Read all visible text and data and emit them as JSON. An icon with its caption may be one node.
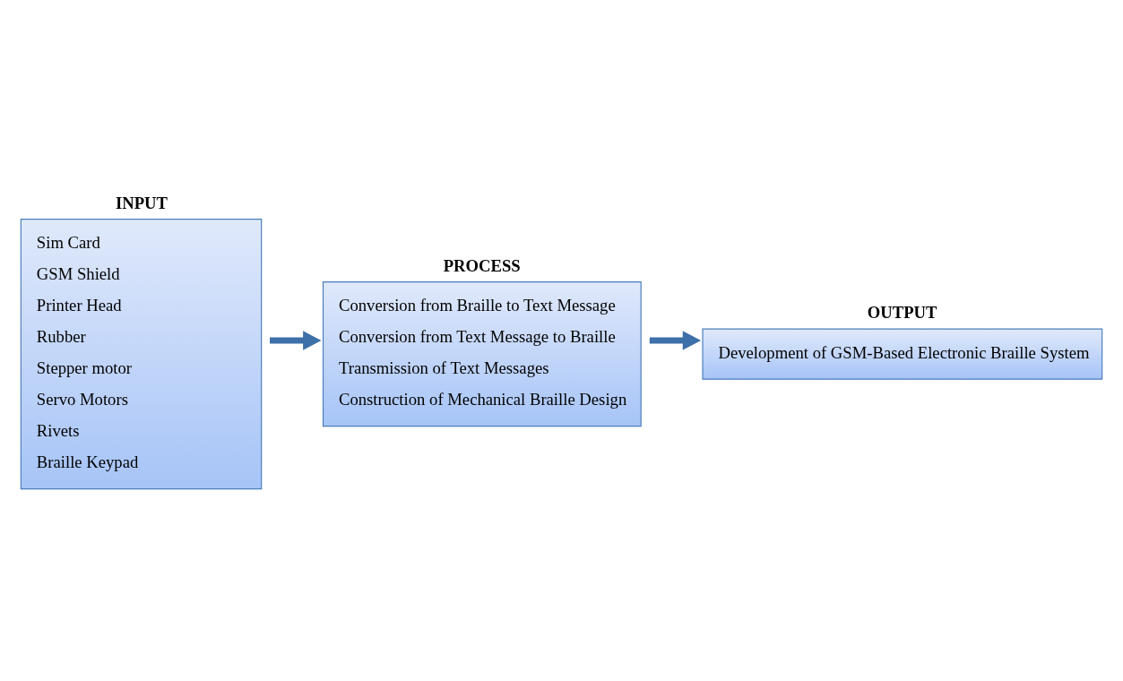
{
  "diagram": {
    "nodes": [
      {
        "text": [
          "INPUT",
          "Sim Card",
          "GSM Shield",
          "Printer Head",
          "Rubber",
          "Stepper motor",
          "Servo Motors",
          "Rivets",
          "Braille Keypad"
        ]
      },
      {
        "text": [
          "PROCESS",
          "Conversion from Braille to Text Message",
          "Conversion from Text Message to Braille",
          "Transmission of Text Messages",
          "Construction of Mechanical Braille Design"
        ]
      },
      {
        "text": [
          "OUTPUT",
          "Development of GSM-Based Electronic Braille System"
        ]
      }
    ],
    "edges": [
      {
        "from": 0,
        "to": 1,
        "arrow": "to"
      },
      {
        "from": 1,
        "to": 2,
        "arrow": "to"
      }
    ]
  }
}
